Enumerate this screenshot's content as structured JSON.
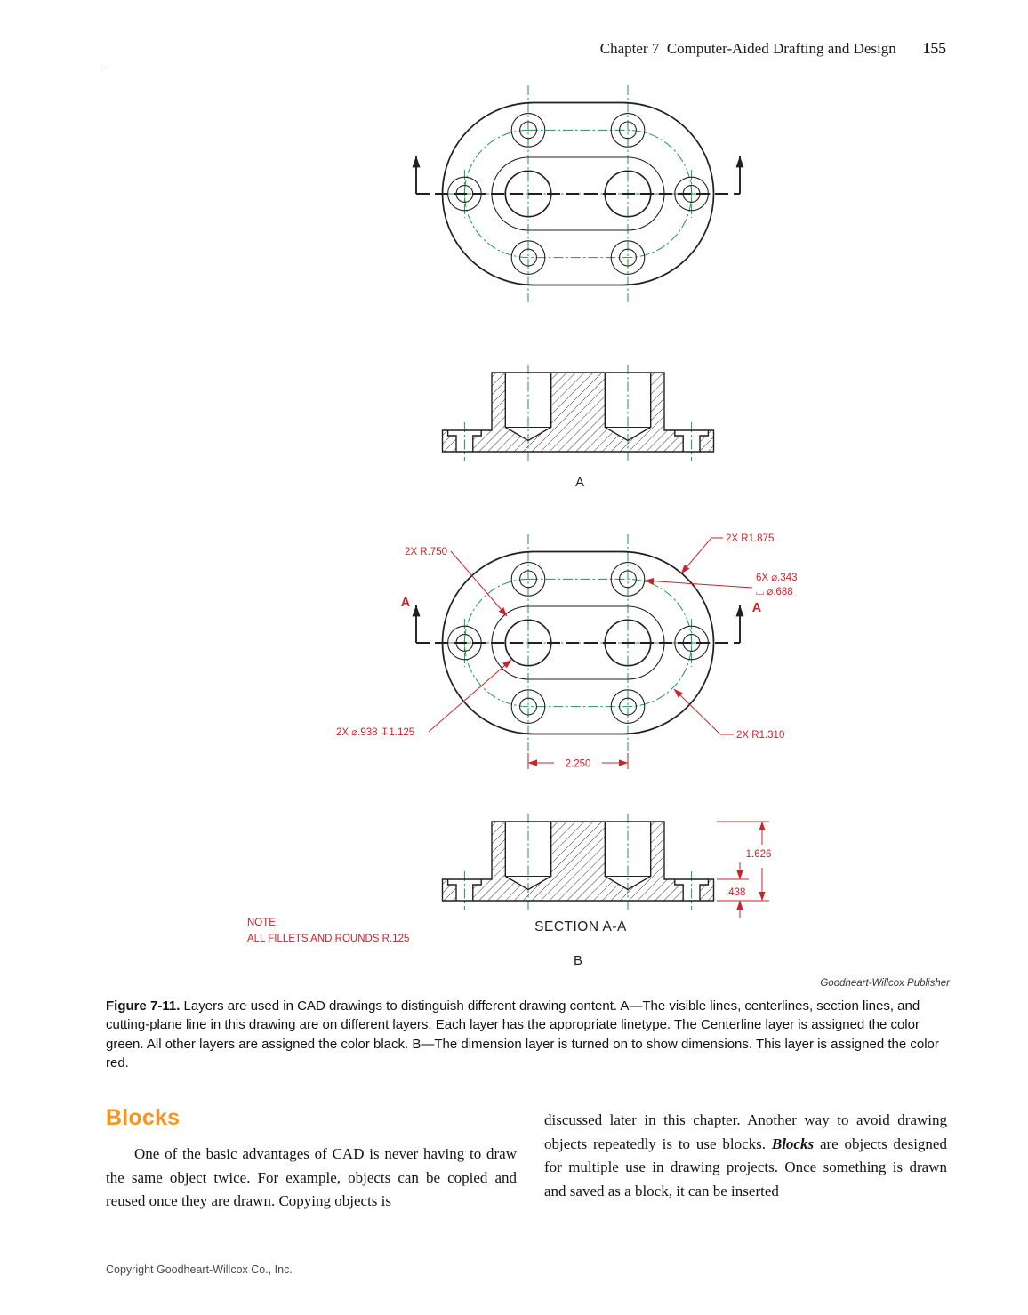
{
  "header": {
    "title": "Chapter 7  Computer-Aided Drafting and Design",
    "page_number": "155"
  },
  "figure": {
    "view_a_label": "A",
    "view_b_label": "B",
    "section_title": "SECTION A-A",
    "cutting_plane_left": "A",
    "cutting_plane_right": "A",
    "note": {
      "line1": "NOTE:",
      "line2": "ALL FILLETS AND ROUNDS R.125"
    },
    "dims": {
      "boss_radius": "2X R.750",
      "outer_radius": "2X R1.875",
      "small_hole_dia": "6X ⌀.343",
      "small_hole_cbore": "⌴ ⌀.688",
      "large_hole": "2X ⌀.938  ↧1.125",
      "bolt_path_radius": "2X R1.310",
      "hole_spacing": "2.250",
      "overall_height": "1.626",
      "base_thickness": ".438"
    },
    "colors": {
      "centerline_green": "#1d9a4d",
      "dimension_red": "#cc2229",
      "drawing_black": "#231f20"
    },
    "credit": "Goodheart-Willcox Publisher"
  },
  "caption": {
    "label": "Figure 7-11.",
    "text": " Layers are used in CAD drawings to distinguish different drawing content. A—The visible lines, centerlines, section lines, and cutting-plane line in this drawing are on different layers. Each layer has the appropriate linetype. The Centerline layer is assigned the color green. All other layers are assigned the color black. B—The dimension layer is turned on to show dimensions. This layer is assigned the color red."
  },
  "blocks": {
    "heading": "Blocks",
    "left_paragraph": "One of the basic advantages of CAD is never having to draw the same object twice. For example, objects can be copied and reused once they are drawn. Copying objects is",
    "right_col": {
      "before": "discussed later in this chapter. Another way to avoid drawing objects repeatedly is to use blocks. ",
      "term": "Blocks",
      "after": " are objects designed for multiple use in drawing projects. Once something is drawn and saved as a block, it can be inserted"
    }
  },
  "footer": {
    "copyright": "Copyright Goodheart-Willcox Co., Inc."
  }
}
